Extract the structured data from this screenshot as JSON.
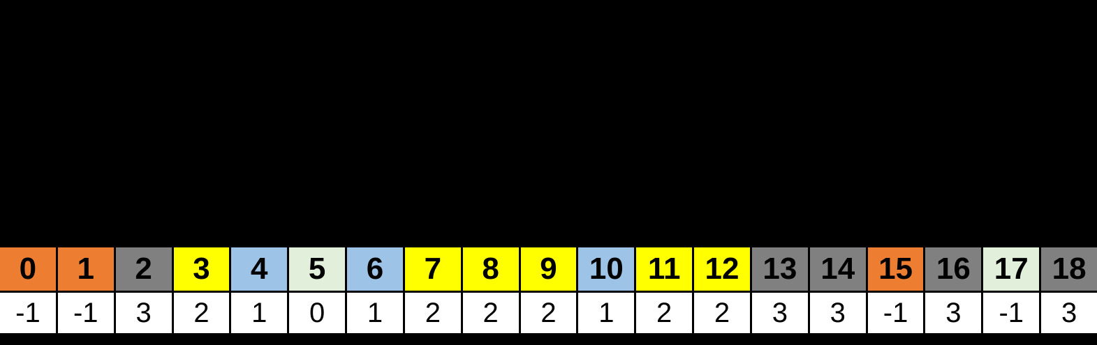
{
  "background_color": "#000000",
  "palette": {
    "orange": "#ED7D31",
    "gray": "#808080",
    "yellow": "#FFFF00",
    "blue": "#9DC3E6",
    "green": "#E2EFDA",
    "cell_white": "#FFFFFF",
    "border": "#000000",
    "text": "#000000"
  },
  "array_table": {
    "description": "two-row array table: colored index header row and white value row",
    "cells": [
      {
        "index": "0",
        "value": "-1",
        "color": "orange"
      },
      {
        "index": "1",
        "value": "-1",
        "color": "orange"
      },
      {
        "index": "2",
        "value": "3",
        "color": "gray"
      },
      {
        "index": "3",
        "value": "2",
        "color": "yellow"
      },
      {
        "index": "4",
        "value": "1",
        "color": "blue"
      },
      {
        "index": "5",
        "value": "0",
        "color": "green"
      },
      {
        "index": "6",
        "value": "1",
        "color": "blue"
      },
      {
        "index": "7",
        "value": "2",
        "color": "yellow"
      },
      {
        "index": "8",
        "value": "2",
        "color": "yellow"
      },
      {
        "index": "9",
        "value": "2",
        "color": "yellow"
      },
      {
        "index": "10",
        "value": "1",
        "color": "blue"
      },
      {
        "index": "11",
        "value": "2",
        "color": "yellow"
      },
      {
        "index": "12",
        "value": "2",
        "color": "yellow"
      },
      {
        "index": "13",
        "value": "3",
        "color": "gray"
      },
      {
        "index": "14",
        "value": "3",
        "color": "gray"
      },
      {
        "index": "15",
        "value": "-1",
        "color": "orange"
      },
      {
        "index": "16",
        "value": "3",
        "color": "gray"
      },
      {
        "index": "17",
        "value": "-1",
        "color": "green"
      },
      {
        "index": "18",
        "value": "3",
        "color": "gray"
      }
    ]
  }
}
